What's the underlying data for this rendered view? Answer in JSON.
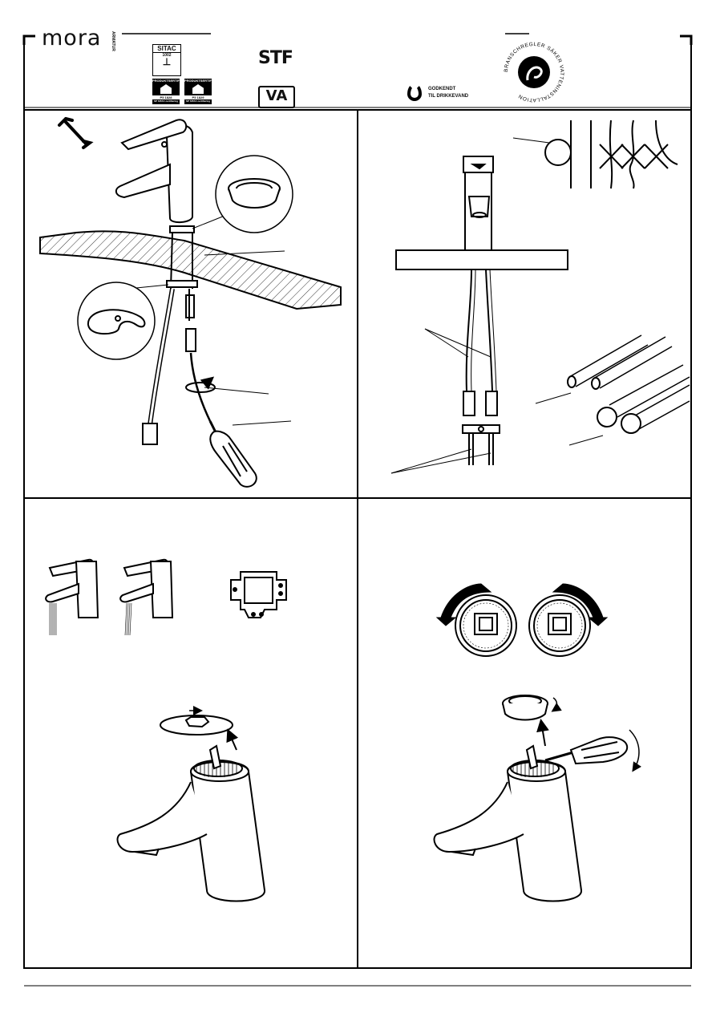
{
  "header": {
    "brand": "mora",
    "brand_sub": "ARMATUR",
    "sitac_label": "SITAC",
    "sitac_number": "1002",
    "cert1_top": "PRODUKTSERTIFIKAT",
    "cert1_code": "P5 1828",
    "cert1_sub": "SP SITAC certifiering",
    "cert2_top": "PRODUKTSERTIFIKAT",
    "cert2_code": "P5 1829",
    "cert2_sub": "SP SITAC certifiering",
    "stf_logo": "STF",
    "vd_logo": "VA",
    "godkendt_line1": "GODKENDT",
    "godkendt_line2": "TIL DRIKKEVAND",
    "seal_text": "BRANSCHREGLER SÄKER VATTENINSTALLATION"
  },
  "icons": {
    "wrench": "wrench-icon",
    "screwdriver": "screwdriver-icon",
    "rotate_left": "arrow-counterclockwise-icon",
    "rotate_right": "arrow-clockwise-icon"
  }
}
